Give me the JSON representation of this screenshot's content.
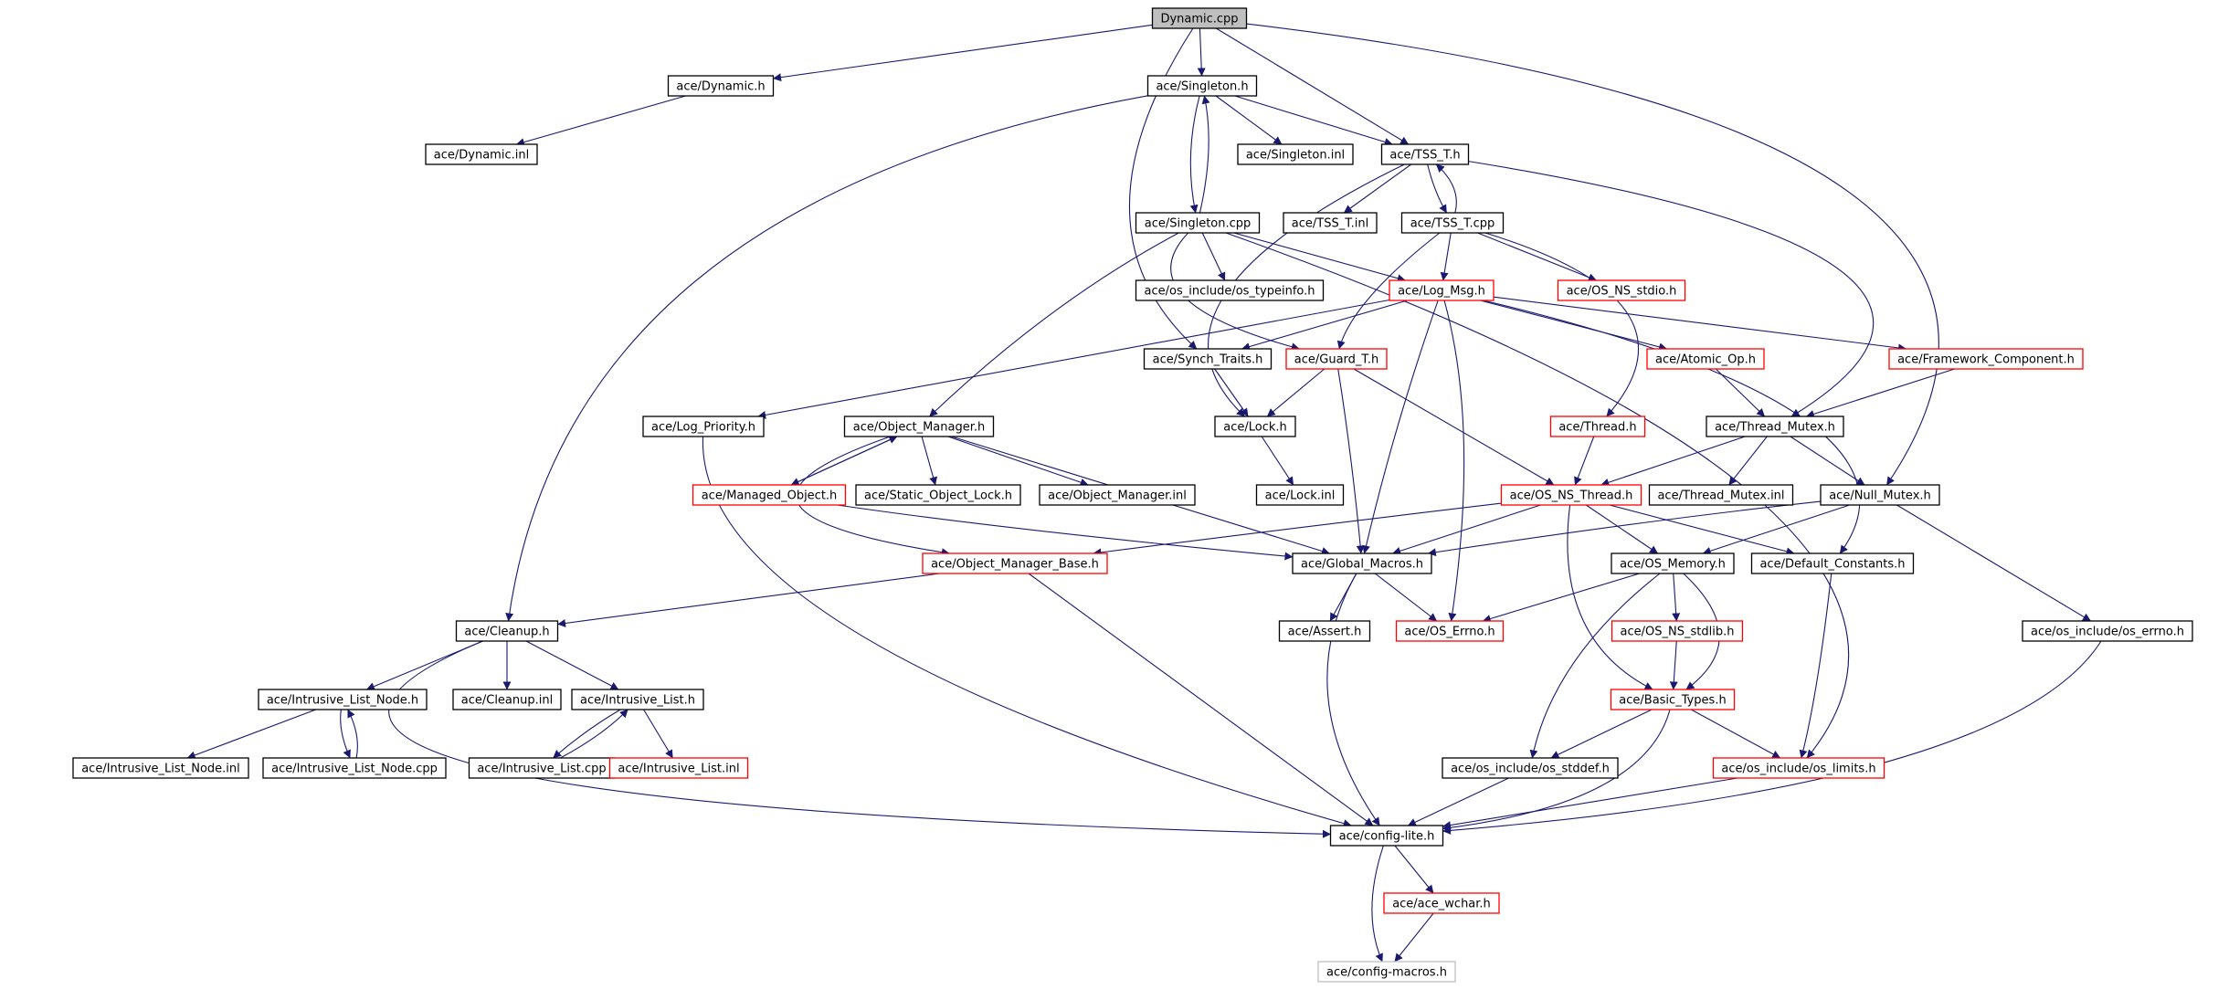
{
  "colors": {
    "edge": "#191970",
    "border_default": "#000000",
    "border_incomplete": "#ff0000",
    "border_ghost": "#bfbfbf",
    "root_fill": "#bfbfbf",
    "node_fill": "#ffffff"
  },
  "nodes": [
    {
      "id": "n_dynamic_cpp",
      "label": "Dynamic.cpp",
      "style": "root"
    },
    {
      "id": "n_dynamic_h",
      "label": "ace/Dynamic.h",
      "style": "normal"
    },
    {
      "id": "n_dynamic_inl",
      "label": "ace/Dynamic.inl",
      "style": "normal"
    },
    {
      "id": "n_singleton_h",
      "label": "ace/Singleton.h",
      "style": "normal"
    },
    {
      "id": "n_singleton_inl",
      "label": "ace/Singleton.inl",
      "style": "normal"
    },
    {
      "id": "n_tss_h",
      "label": "ace/TSS_T.h",
      "style": "normal"
    },
    {
      "id": "n_singleton_cpp",
      "label": "ace/Singleton.cpp",
      "style": "normal"
    },
    {
      "id": "n_tss_inl",
      "label": "ace/TSS_T.inl",
      "style": "normal"
    },
    {
      "id": "n_tss_cpp",
      "label": "ace/TSS_T.cpp",
      "style": "normal"
    },
    {
      "id": "n_typeinfo",
      "label": "ace/os_include/os_typeinfo.h",
      "style": "normal"
    },
    {
      "id": "n_log_msg",
      "label": "ace/Log_Msg.h",
      "style": "red"
    },
    {
      "id": "n_os_ns_stdio",
      "label": "ace/OS_NS_stdio.h",
      "style": "red"
    },
    {
      "id": "n_synch_traits",
      "label": "ace/Synch_Traits.h",
      "style": "normal"
    },
    {
      "id": "n_guard_t",
      "label": "ace/Guard_T.h",
      "style": "red"
    },
    {
      "id": "n_atomic_op",
      "label": "ace/Atomic_Op.h",
      "style": "red"
    },
    {
      "id": "n_framework_comp",
      "label": "ace/Framework_Component.h",
      "style": "red"
    },
    {
      "id": "n_log_priority",
      "label": "ace/Log_Priority.h",
      "style": "normal"
    },
    {
      "id": "n_object_manager",
      "label": "ace/Object_Manager.h",
      "style": "normal"
    },
    {
      "id": "n_lock_h",
      "label": "ace/Lock.h",
      "style": "normal"
    },
    {
      "id": "n_thread_h",
      "label": "ace/Thread.h",
      "style": "red"
    },
    {
      "id": "n_thread_mutex",
      "label": "ace/Thread_Mutex.h",
      "style": "normal"
    },
    {
      "id": "n_managed_object",
      "label": "ace/Managed_Object.h",
      "style": "red"
    },
    {
      "id": "n_static_obj_lock",
      "label": "ace/Static_Object_Lock.h",
      "style": "normal"
    },
    {
      "id": "n_object_manager_inl",
      "label": "ace/Object_Manager.inl",
      "style": "normal"
    },
    {
      "id": "n_lock_inl",
      "label": "ace/Lock.inl",
      "style": "normal"
    },
    {
      "id": "n_os_ns_thread",
      "label": "ace/OS_NS_Thread.h",
      "style": "red"
    },
    {
      "id": "n_thread_mutex_inl",
      "label": "ace/Thread_Mutex.inl",
      "style": "normal"
    },
    {
      "id": "n_null_mutex",
      "label": "ace/Null_Mutex.h",
      "style": "normal"
    },
    {
      "id": "n_obj_mgr_base",
      "label": "ace/Object_Manager_Base.h",
      "style": "red"
    },
    {
      "id": "n_global_macros",
      "label": "ace/Global_Macros.h",
      "style": "normal"
    },
    {
      "id": "n_os_memory",
      "label": "ace/OS_Memory.h",
      "style": "normal"
    },
    {
      "id": "n_default_constants",
      "label": "ace/Default_Constants.h",
      "style": "normal"
    },
    {
      "id": "n_cleanup_h",
      "label": "ace/Cleanup.h",
      "style": "normal"
    },
    {
      "id": "n_assert_h",
      "label": "ace/Assert.h",
      "style": "normal"
    },
    {
      "id": "n_os_errno",
      "label": "ace/OS_Errno.h",
      "style": "red"
    },
    {
      "id": "n_os_ns_stdlib",
      "label": "ace/OS_NS_stdlib.h",
      "style": "red"
    },
    {
      "id": "n_os_include_errno",
      "label": "ace/os_include/os_errno.h",
      "style": "normal"
    },
    {
      "id": "n_intrusive_list_node_h",
      "label": "ace/Intrusive_List_Node.h",
      "style": "normal"
    },
    {
      "id": "n_cleanup_inl",
      "label": "ace/Cleanup.inl",
      "style": "normal"
    },
    {
      "id": "n_intrusive_list_h",
      "label": "ace/Intrusive_List.h",
      "style": "normal"
    },
    {
      "id": "n_basic_types",
      "label": "ace/Basic_Types.h",
      "style": "red"
    },
    {
      "id": "n_intrusive_list_node_inl",
      "label": "ace/Intrusive_List_Node.inl",
      "style": "normal"
    },
    {
      "id": "n_intrusive_list_node_cpp",
      "label": "ace/Intrusive_List_Node.cpp",
      "style": "normal"
    },
    {
      "id": "n_intrusive_list_cpp",
      "label": "ace/Intrusive_List.cpp",
      "style": "normal"
    },
    {
      "id": "n_intrusive_list_inl",
      "label": "ace/Intrusive_List.inl",
      "style": "red"
    },
    {
      "id": "n_os_stddef",
      "label": "ace/os_include/os_stddef.h",
      "style": "normal"
    },
    {
      "id": "n_os_limits",
      "label": "ace/os_include/os_limits.h",
      "style": "red"
    },
    {
      "id": "n_config_lite",
      "label": "ace/config-lite.h",
      "style": "normal"
    },
    {
      "id": "n_ace_wchar",
      "label": "ace/ace_wchar.h",
      "style": "red"
    },
    {
      "id": "n_config_macros",
      "label": "ace/config-macros.h",
      "style": "ghost"
    }
  ]
}
